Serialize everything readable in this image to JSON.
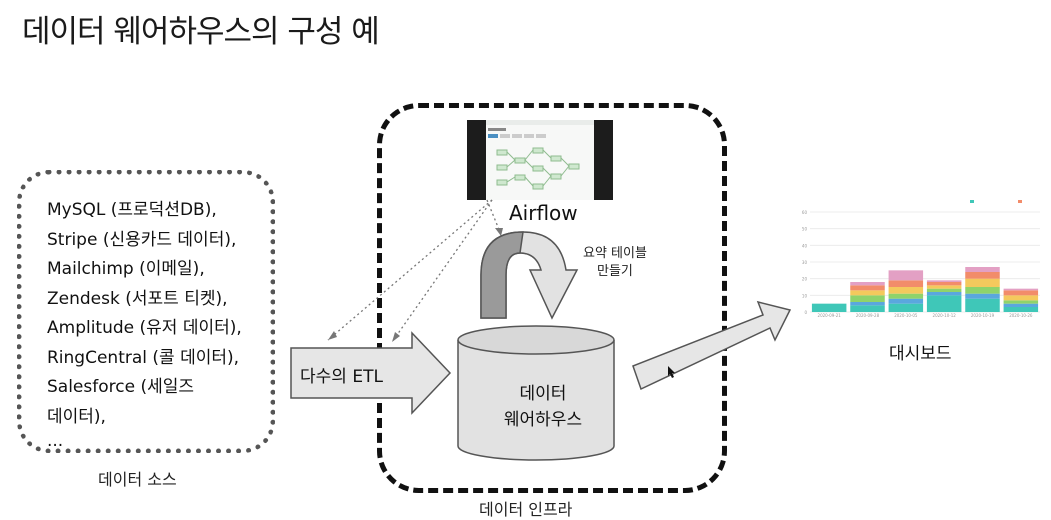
{
  "title": "데이터 웨어하우스의 구성 예",
  "sources": {
    "items": [
      "MySQL (프로덕션DB),",
      "Stripe (신용카드 데이터),",
      "Mailchimp (이메일),",
      "Zendesk (서포트 티켓),",
      "Amplitude (유저 데이터),",
      "RingCentral (콜 데이터),",
      "Salesforce (세일즈",
      "데이터),",
      "..."
    ],
    "caption": "데이터 소스"
  },
  "infra": {
    "caption": "데이터 인프라",
    "airflow_label": "Airflow",
    "summary_line1": "요약 테이블",
    "summary_line2": "만들기",
    "etl_label": "다수의 ETL",
    "dw_line1": "데이터",
    "dw_line2": "웨어하우스"
  },
  "dashboard": {
    "label": "대시보드"
  },
  "chart_data": {
    "type": "bar",
    "stacked": true,
    "categories": [
      "2020-09-21",
      "2020-09-28",
      "2020-10-05",
      "2020-10-12",
      "2020-10-19",
      "2020-10-26"
    ],
    "ylim": [
      0,
      60
    ],
    "yticks": [
      0,
      10,
      20,
      30,
      40,
      50,
      60
    ],
    "series": [
      {
        "color": "#3fc7b8",
        "values": [
          5,
          4,
          5,
          10,
          8,
          3
        ]
      },
      {
        "color": "#5aa7de",
        "values": [
          0,
          2,
          3,
          2,
          3,
          2
        ]
      },
      {
        "color": "#8fd36b",
        "values": [
          0,
          4,
          3,
          2,
          4,
          2
        ]
      },
      {
        "color": "#f4c95d",
        "values": [
          0,
          3,
          4,
          2,
          5,
          3
        ]
      },
      {
        "color": "#f28c6a",
        "values": [
          0,
          3,
          4,
          2,
          4,
          3
        ]
      },
      {
        "color": "#e3a0c4",
        "values": [
          0,
          2,
          6,
          1,
          3,
          1
        ]
      }
    ]
  }
}
